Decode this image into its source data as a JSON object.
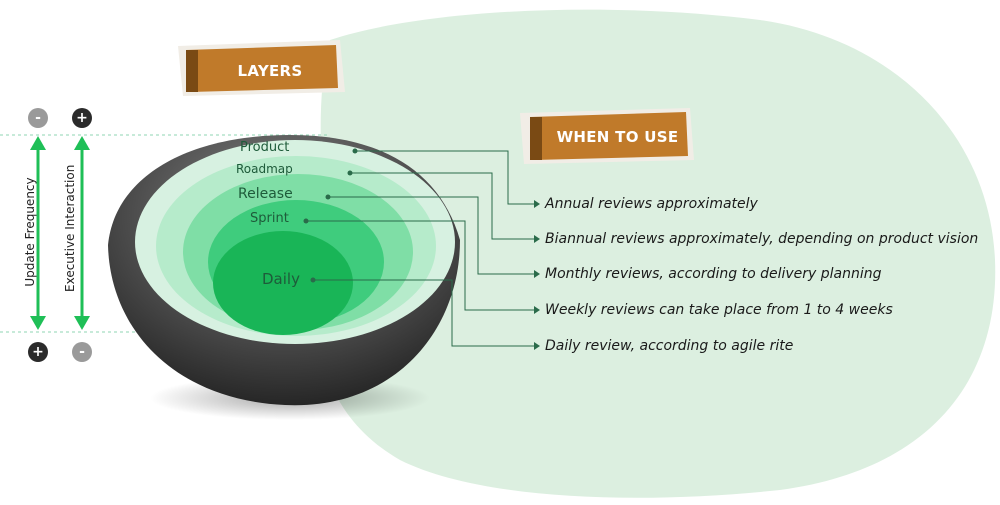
{
  "banners": {
    "layers": "LAYERS",
    "when_to_use": "WHEN TO USE"
  },
  "axes": {
    "update_frequency": "Update Frequency",
    "executive_interaction": "Executive Interaction",
    "left_top_sign": "-",
    "left_bottom_sign": "+",
    "right_top_sign": "+",
    "right_bottom_sign": "-"
  },
  "layers": [
    {
      "name": "Product",
      "description": "Annual reviews approximately"
    },
    {
      "name": "Roadmap",
      "description": "Biannual reviews approximately, depending on product vision"
    },
    {
      "name": "Release",
      "description": "Monthly reviews, according to delivery planning"
    },
    {
      "name": "Sprint",
      "description": "Weekly reviews can take place from 1 to 4 weeks"
    },
    {
      "name": "Daily",
      "description": "Daily review, according to agile rite"
    }
  ],
  "colors": {
    "blob": "#dcefe0",
    "banner": "#c07a2a",
    "arrow_green": "#1fbf57",
    "connector": "#2a6b4a",
    "sign_dark": "#2b2b2b",
    "sign_light": "#9a9a9a"
  }
}
